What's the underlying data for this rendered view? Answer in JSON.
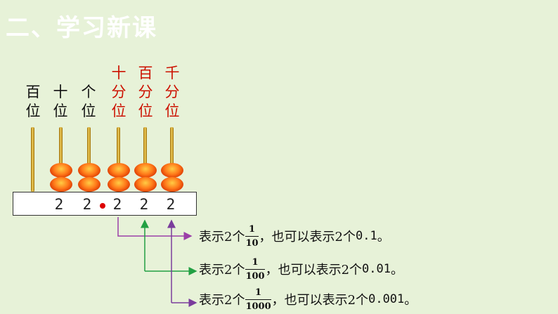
{
  "title": "二、学习新课",
  "columns": [
    {
      "line1": "百",
      "line2": "位",
      "line3": "",
      "color": "#111111"
    },
    {
      "line1": "十",
      "line2": "位",
      "line3": "",
      "color": "#111111"
    },
    {
      "line1": "个",
      "line2": "位",
      "line3": "",
      "color": "#111111"
    },
    {
      "line1": "十",
      "line2": "分",
      "line3": "位",
      "color": "#cc1100"
    },
    {
      "line1": "百",
      "line2": "分",
      "line3": "位",
      "color": "#cc1100"
    },
    {
      "line1": "千",
      "line2": "分",
      "line3": "位",
      "color": "#cc1100"
    }
  ],
  "digits": [
    "2",
    "2",
    "2",
    "2",
    "2"
  ],
  "descriptions": [
    {
      "prefix": "表示2个",
      "num": "1",
      "den": "10",
      "suffix": "，也可以表示2个",
      "decimal": "0.1",
      "end": "。",
      "line_color": "#9b3fa8"
    },
    {
      "prefix": "表示2个",
      "num": "1",
      "den": "100",
      "suffix": "，也可以表示2个",
      "decimal": "0.01",
      "end": "。",
      "line_color": "#22a043"
    },
    {
      "prefix": "表示2个",
      "num": "1",
      "den": "1000",
      "suffix": "，也可以表示2个",
      "decimal": "0.001",
      "end": "。",
      "line_color": "#7a3c9c"
    }
  ]
}
